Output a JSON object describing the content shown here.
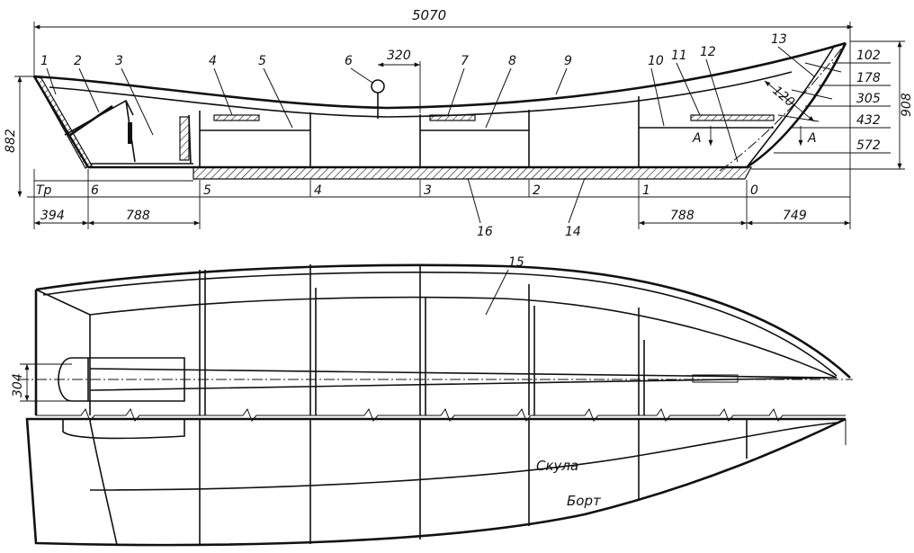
{
  "dimensions": {
    "overall_length": "5070",
    "width_304": "304",
    "height_882": "882",
    "height_908": "908",
    "bottom_394": "394",
    "bottom_788_left": "788",
    "bottom_788_right": "788",
    "bottom_749": "749",
    "top_320": "320",
    "bow_102": "102",
    "bow_178": "178",
    "bow_305": "305",
    "bow_432": "432",
    "bow_572": "572",
    "bow_120": "120"
  },
  "stations": [
    "Тр",
    "6",
    "5",
    "4",
    "3",
    "2",
    "1",
    "0"
  ],
  "callouts": [
    "1",
    "2",
    "3",
    "4",
    "5",
    "6",
    "7",
    "8",
    "9",
    "10",
    "11",
    "12",
    "13",
    "14",
    "15",
    "16"
  ],
  "section_marks": {
    "left": "A",
    "right": "A"
  },
  "labels": {
    "chine": "Скула",
    "side": "Борт"
  }
}
